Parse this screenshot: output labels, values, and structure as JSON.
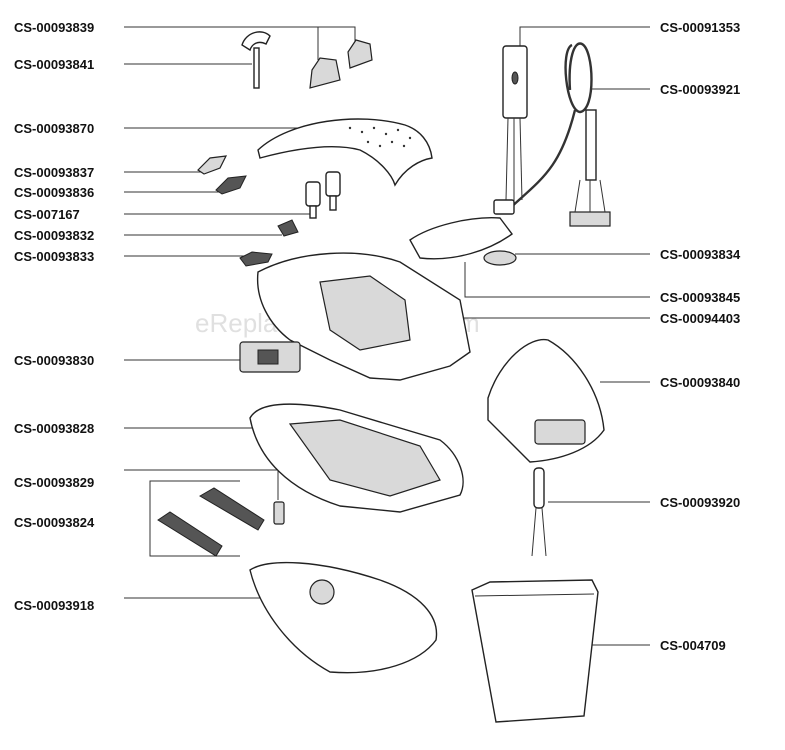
{
  "watermark": "eReplacementParts.com",
  "labels_left": [
    "CS-00093839",
    "CS-00093841",
    "CS-00093870",
    "CS-00093837",
    "CS-00093836",
    "CS-007167",
    "CS-00093832",
    "CS-00093833",
    "CS-00093830",
    "CS-00093828",
    "CS-00093829",
    "CS-00093824",
    "CS-00093918"
  ],
  "labels_right": [
    "CS-00091353",
    "CS-00093921",
    "CS-00093834",
    "CS-00093845",
    "CS-00094403",
    "CS-00093840",
    "CS-00093920",
    "CS-004709"
  ]
}
